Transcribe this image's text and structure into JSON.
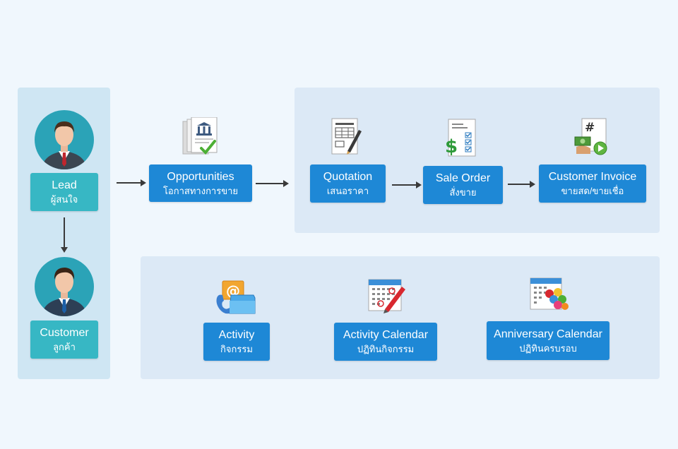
{
  "lead": {
    "title": "Lead",
    "subtitle": "ผู้สนใจ"
  },
  "customer": {
    "title": "Customer",
    "subtitle": "ลูกค้า"
  },
  "opportunities": {
    "title": "Opportunities",
    "subtitle": "โอกาสทางการขาย"
  },
  "quotation": {
    "title": "Quotation",
    "subtitle": "เสนอราคา"
  },
  "sale_order": {
    "title": "Sale Order",
    "subtitle": "สั่งขาย"
  },
  "customer_invoice": {
    "title": "Customer Invoice",
    "subtitle": "ขายสด/ขายเชื่อ"
  },
  "activity": {
    "title": "Activity",
    "subtitle": "กิจกรรม"
  },
  "activity_calendar": {
    "title": "Activity Calendar",
    "subtitle": "ปฏิทินกิจกรรม"
  },
  "anniversary_calendar": {
    "title": "Anniversary Calendar",
    "subtitle": "ปฏิทินครบรอบ"
  },
  "icons": {
    "invoice_symbol": "#",
    "activity_symbol": "@",
    "quotation_symbol": "$"
  },
  "colors": {
    "box_blue": "#1e88d6",
    "box_teal": "#37b7c4",
    "avatar_bg": "#2ba3b7"
  }
}
